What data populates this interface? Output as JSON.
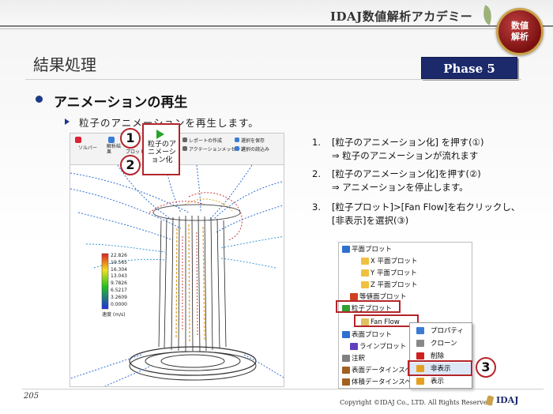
{
  "header": {
    "brand": "IDAJ数値解析アカデミー",
    "seal_line1": "数値",
    "seal_line2": "解析"
  },
  "page_title": "結果処理",
  "phase": "Phase 5",
  "section": {
    "heading": "アニメーションの再生",
    "subheading": "粒子のアニメーションを再生します。"
  },
  "screenshot": {
    "ribbon": {
      "report_label": "レポートの作成",
      "anim_message_label": "アクテーションメッセージ",
      "save_selection": "選択を保存",
      "load_selection": "選択の読込み",
      "solver_label": "ソルバー",
      "results_label": "解析結果",
      "plot_label": "プロット"
    },
    "highlight_button": "粒子のアニメーション化",
    "legend": {
      "values": [
        "22.826",
        "19.565",
        "16.304",
        "13.043",
        "9.7826",
        "6.5217",
        "3.2609",
        "0.0000"
      ],
      "unit_label": "速度 (m/s)"
    },
    "callout_1": "1",
    "callout_2": "2"
  },
  "steps": [
    {
      "num": "1.",
      "line1": "[粒子のアニメーション化] を押す(①)",
      "line2": "⇒ 粒子のアニメーションが流れます"
    },
    {
      "num": "2.",
      "line1": "[粒子のアニメーション化]を押す(②)",
      "line2": "⇒ アニメーションを停止します。"
    },
    {
      "num": "3.",
      "line1": "[粒子プロット]>[Fan Flow]を右クリックし、",
      "line2": "[非表示]を選択(③)"
    }
  ],
  "tree": {
    "items": [
      {
        "label": "平面プロット",
        "color": "#2f6fd0"
      },
      {
        "label": "X 平面プロット",
        "color": "#f0c040"
      },
      {
        "label": "Y 平面プロット",
        "color": "#f0c040"
      },
      {
        "label": "Z 平面プロット",
        "color": "#f0c040"
      },
      {
        "label": "等値面プロット",
        "color": "#d04020"
      },
      {
        "label": "粒子プロット",
        "color": "#30a030"
      },
      {
        "label": "Fan Flow",
        "color": "#e0c060"
      },
      {
        "label": "表面プロット",
        "color": "#2f6fd0"
      },
      {
        "label": "ラインプロット",
        "color": "#6040c0"
      },
      {
        "label": "注釈",
        "color": "#808080"
      },
      {
        "label": "表面データインスペ",
        "color": "#a06020"
      },
      {
        "label": "体積データインスペ",
        "color": "#a06020"
      }
    ],
    "context_menu": [
      "プロパティ",
      "クローン",
      "削除",
      "非表示",
      "表示"
    ],
    "callout_3": "3"
  },
  "footer": {
    "page_number": "205",
    "copyright": "Copyright ©IDAJ Co., LTD. All Rights Reserved.",
    "logo_text": "IDAJ"
  }
}
